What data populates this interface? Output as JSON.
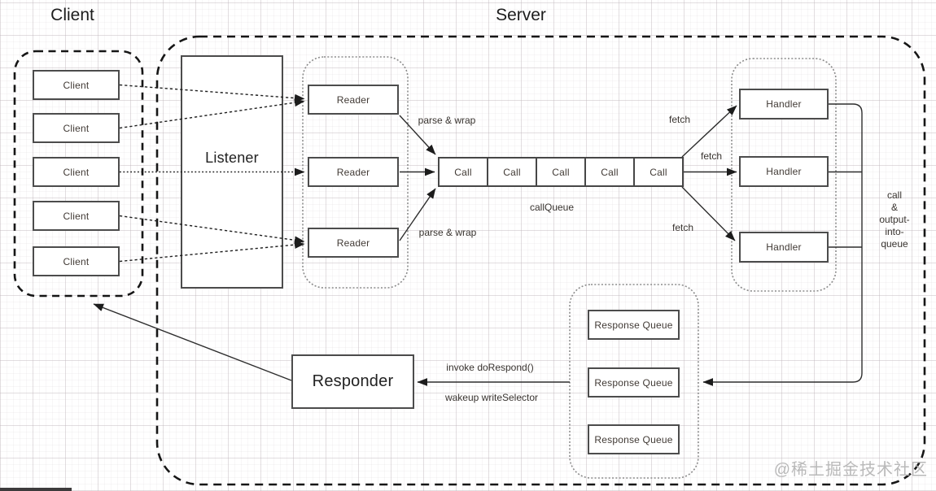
{
  "titles": {
    "client": "Client",
    "server": "Server"
  },
  "clients": [
    "Client",
    "Client",
    "Client",
    "Client",
    "Client"
  ],
  "listener_label": "Listener",
  "readers": [
    "Reader",
    "Reader",
    "Reader"
  ],
  "call_cells": [
    "Call",
    "Call",
    "Call",
    "Call",
    "Call"
  ],
  "call_queue_label": "callQueue",
  "handlers": [
    "Handler",
    "Handler",
    "Handler"
  ],
  "response_queues": [
    "Response Queue",
    "Response Queue",
    "Response Queue"
  ],
  "responder_label": "Responder",
  "edge_labels": {
    "parse_wrap_top": "parse & wrap",
    "parse_wrap_bottom": "parse & wrap",
    "fetch_top": "fetch",
    "fetch_mid": "fetch",
    "fetch_bottom": "fetch",
    "invoke_dorespond": "invoke doRespond()",
    "wakeup_writeselector": "wakeup writeSelector",
    "call_output_lines": [
      "call",
      "&",
      "output-",
      "into-queue"
    ]
  },
  "watermark": "@稀土掘金技术社区",
  "colors": {
    "line": "#2d2d2d",
    "group_dash": "#161616",
    "group_dot": "#8b8b8b",
    "box_border": "#4c4c4c",
    "text": "#38332f",
    "watermark": "#b9b9b9",
    "background": "#ffffff"
  }
}
